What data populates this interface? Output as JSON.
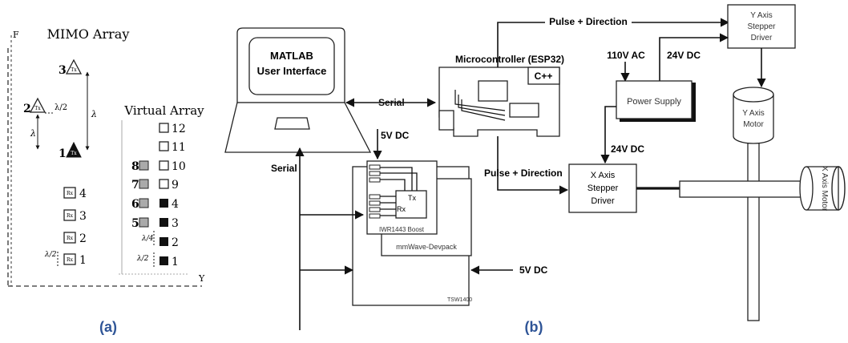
{
  "panel_a": {
    "caption": "(a)",
    "axis_v": "F",
    "axis_h": "Y",
    "mimo_title": "MIMO Array",
    "virtual_title": "Virtual Array",
    "tx_numbers": [
      "3",
      "2",
      "1"
    ],
    "tx_label": "Tx",
    "rx_label": "Rx",
    "rx_numbers": [
      "4",
      "3",
      "2",
      "1"
    ],
    "spacing_half": "λ/2",
    "spacing_full": "λ",
    "lambda": "λ",
    "lambda_quarter": "λ/4",
    "virtual_left": [
      "8",
      "7",
      "6",
      "5"
    ],
    "virtual_right": [
      "12",
      "11",
      "10",
      "9",
      "4",
      "3",
      "2",
      "1"
    ]
  },
  "panel_b": {
    "caption": "(b)",
    "laptop_line1": "MATLAB",
    "laptop_line2": "User Interface",
    "serial_top": "Serial",
    "serial_left": "Serial",
    "mcu_title": "Microcontroller (ESP32)",
    "mcu_lang": "C++",
    "pulse_dir_top": "Pulse + Direction",
    "pulse_dir_mid": "Pulse + Direction",
    "ac_label": "110V AC",
    "dc24_top": "24V DC",
    "dc24_mid": "24V DC",
    "dc5_top": "5V DC",
    "dc5_bottom": "5V DC",
    "power_supply": "Power Supply",
    "y_driver": [
      "Y Axis",
      "Stepper",
      "Driver"
    ],
    "x_driver": [
      "X Axis",
      "Stepper",
      "Driver"
    ],
    "y_motor": [
      "Y Axis",
      "Motor"
    ],
    "x_motor": "X Axis Motor",
    "radar_tx": "Tx",
    "radar_rx": "Rx",
    "radar_board": "IWR1443 Boost",
    "mmwave": "mmWave-Devpack",
    "tsw": "TSW1400"
  }
}
